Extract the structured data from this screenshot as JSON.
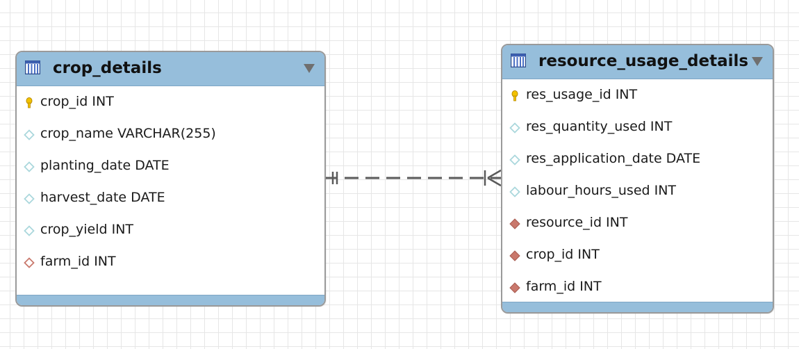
{
  "entities": {
    "crop_details": {
      "title": "crop_details",
      "columns": [
        {
          "label": "crop_id INT",
          "icon": "primary-key-icon"
        },
        {
          "label": "crop_name VARCHAR(255)",
          "icon": "column-icon"
        },
        {
          "label": "planting_date DATE",
          "icon": "column-icon"
        },
        {
          "label": "harvest_date DATE",
          "icon": "column-icon"
        },
        {
          "label": "crop_yield INT",
          "icon": "column-icon"
        },
        {
          "label": "farm_id INT",
          "icon": "foreign-key-outline-icon"
        }
      ]
    },
    "resource_usage_details": {
      "title": "resource_usage_details",
      "columns": [
        {
          "label": "res_usage_id INT",
          "icon": "primary-key-icon"
        },
        {
          "label": "res_quantity_used INT",
          "icon": "column-icon"
        },
        {
          "label": "res_application_date DATE",
          "icon": "column-icon"
        },
        {
          "label": "labour_hours_used INT",
          "icon": "column-icon"
        },
        {
          "label": "resource_id INT",
          "icon": "foreign-key-icon"
        },
        {
          "label": "crop_id INT",
          "icon": "foreign-key-icon"
        },
        {
          "label": "farm_id INT",
          "icon": "foreign-key-icon"
        }
      ]
    }
  },
  "colors": {
    "header": "#96bedb",
    "key": "#f2c200",
    "column": "#aad7dc",
    "foreign_key": "#c9786c",
    "relation_line": "#5a5a5a"
  },
  "relation": {
    "type": "one-to-many",
    "style": "dashed",
    "from": "crop_details",
    "to": "resource_usage_details"
  }
}
